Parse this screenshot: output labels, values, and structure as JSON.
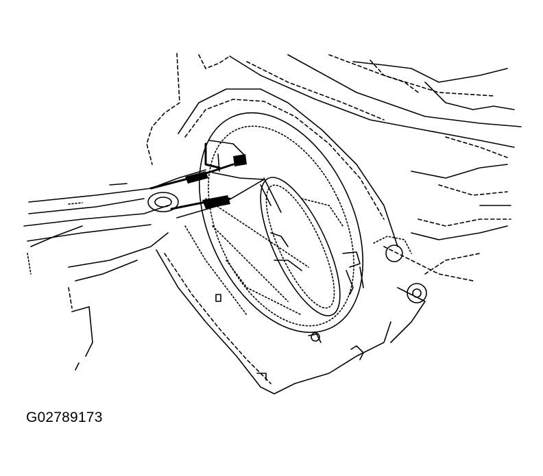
{
  "figure": {
    "code": "G02789173",
    "icons": [
      "transmission-housing-drawing",
      "pliers-tool-drawing",
      "snap-ring-drawing"
    ],
    "colors": {
      "ink": "#000000",
      "background": "#ffffff"
    }
  }
}
